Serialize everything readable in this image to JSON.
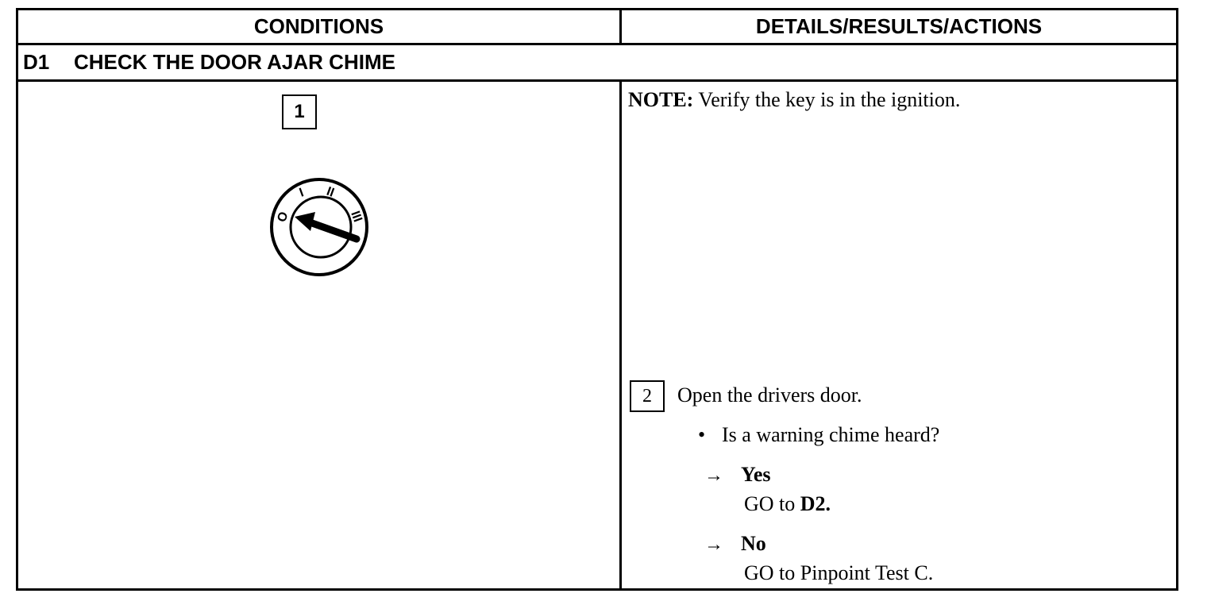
{
  "header": {
    "left": "CONDITIONS",
    "right": "DETAILS/RESULTS/ACTIONS"
  },
  "step": {
    "id": "D1",
    "title": "CHECK THE DOOR AJAR CHIME"
  },
  "conditions": {
    "step1_num": "1",
    "ignition_positions": [
      "O",
      "I",
      "II",
      "III"
    ]
  },
  "details": {
    "note_label": "NOTE:",
    "note_text": " Verify the key is in the ignition.",
    "step2_num": "2",
    "step2_text": "Open the drivers door.",
    "question_bullet": "•",
    "question": "Is a warning chime heard?",
    "arrow": "→",
    "yes_label": "Yes",
    "yes_go_prefix": "GO to ",
    "yes_go_target": "D2.",
    "no_label": "No",
    "no_go": "GO to Pinpoint Test C."
  }
}
